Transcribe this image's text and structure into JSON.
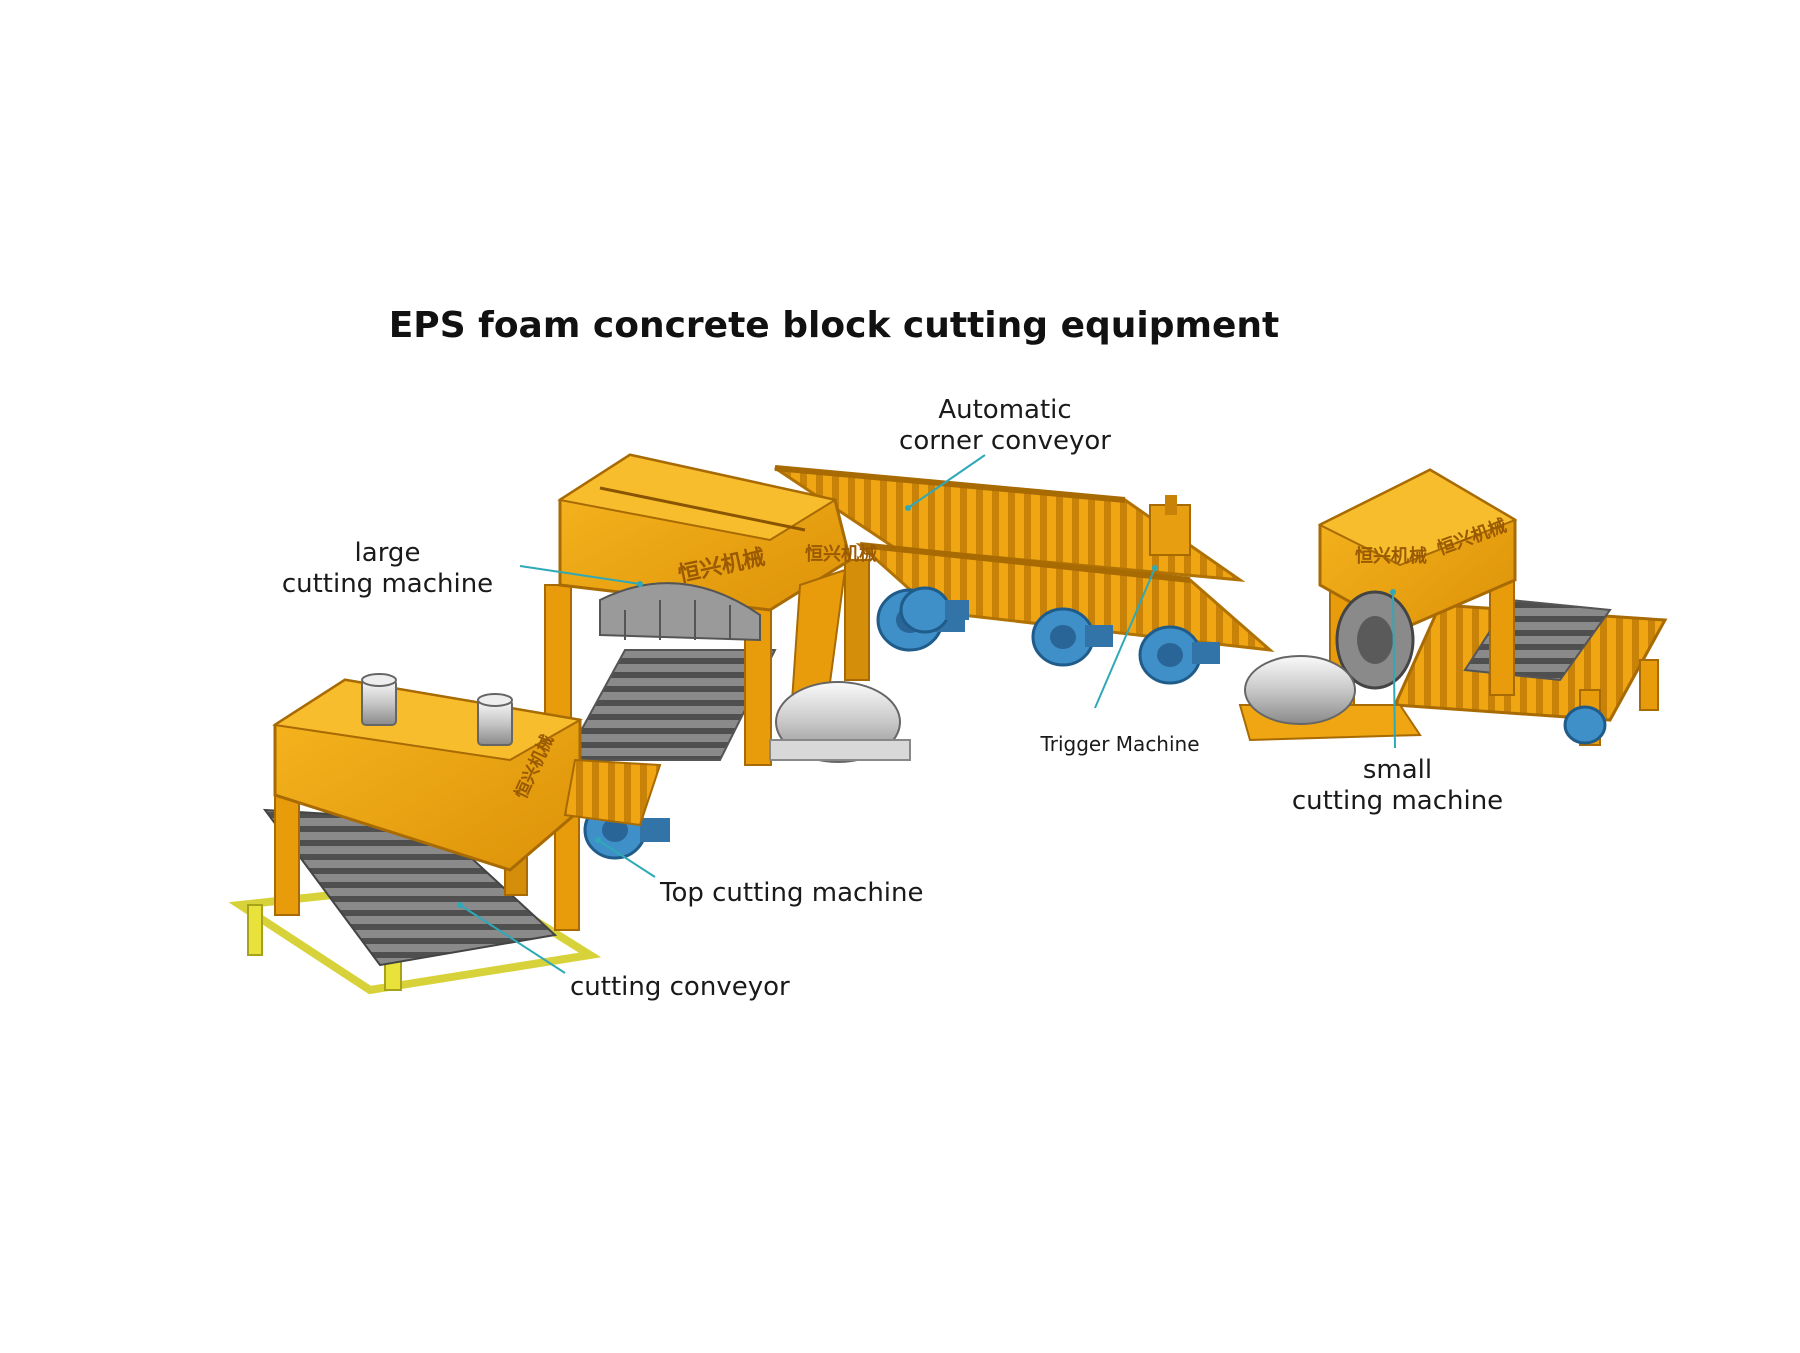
{
  "title": "EPS foam concrete block cutting equipment",
  "brand_mark": "恒兴机械",
  "labels": {
    "corner_conveyor": [
      "Automatic",
      "corner conveyor"
    ],
    "large_cutting": [
      "large",
      "cutting machine"
    ],
    "trigger": "Trigger Machine",
    "small_cutting": [
      "small",
      "cutting machine"
    ],
    "top_cutting": "Top cutting machine",
    "cutting_conveyor": "cutting conveyor"
  },
  "colors": {
    "machine": "#f0a612",
    "machine_dark": "#c88208",
    "motor": "#3f8fc8",
    "frame": "#e8e23a",
    "leader": "#2fa8b8",
    "roller": "#6a6a6a"
  }
}
